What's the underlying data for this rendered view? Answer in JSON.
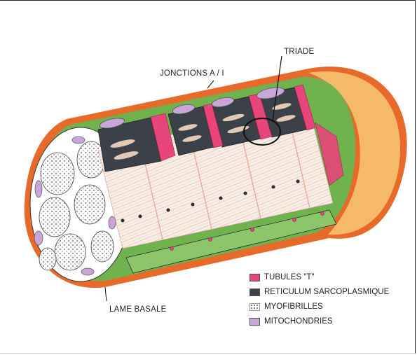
{
  "labels": {
    "triade": "TRIADE",
    "jonctions": "JONCTIONS A / I",
    "lame_basale": "LAME BASALE"
  },
  "legend": [
    {
      "label": "TUBULES \"T\"",
      "color": "#e8457a",
      "pattern": "solid"
    },
    {
      "label": "RETICULUM SARCOPLASMIQUE",
      "color": "#3c4048",
      "pattern": "solid"
    },
    {
      "label": "MYOFIBRILLES",
      "color": "#ffffff",
      "pattern": "dots"
    },
    {
      "label": "MITOCHONDRIES",
      "color": "#c8a6d8",
      "pattern": "solid"
    }
  ],
  "colors": {
    "basal_lamina": "#e86a2a",
    "sarcolemma_green": "#6fb24e",
    "cut_face": "#f5b96a",
    "t_tubule": "#e8457a",
    "reticulum": "#3c4048",
    "mitochondria": "#c8a6d8",
    "myofibril": "#f7efe6"
  }
}
